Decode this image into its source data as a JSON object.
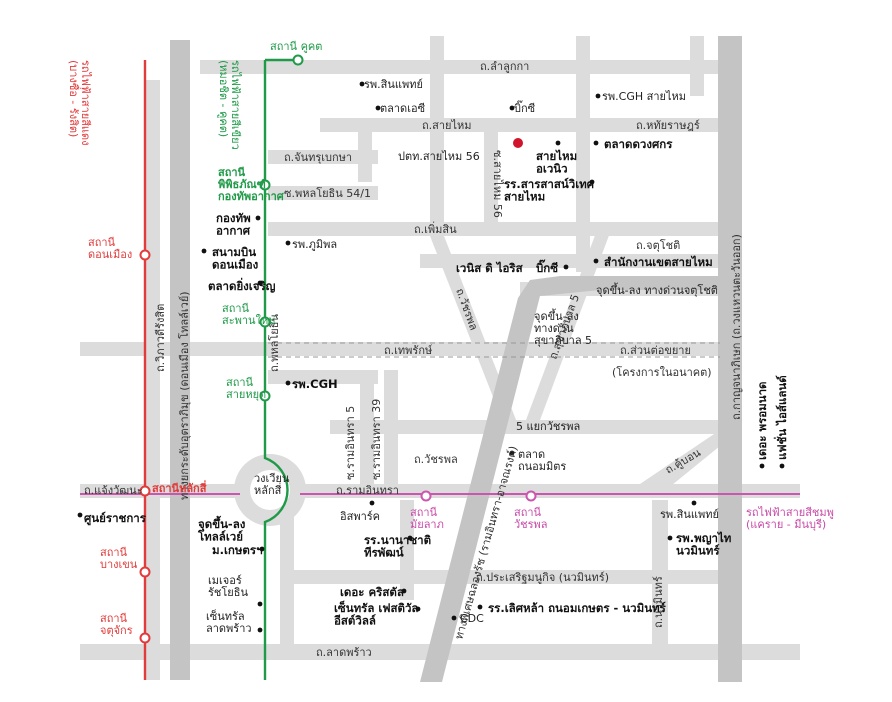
{
  "colors": {
    "road": "#d9d9d9",
    "major_road": "#c4c4c4",
    "red_line": "#e23b3b",
    "green_line": "#1f9a48",
    "pink_line": "#cc55b0",
    "marker": "#d0142c"
  },
  "roads": {
    "lamlukka": "ถ.ลำลูกกา",
    "saimai": "ถ.สายไหม",
    "haruthai": "ถ.หทัยราษฎร์",
    "chantharubeksa": "ถ.จันทรุเบกษา",
    "phahol541": "ซ.พหลโยธิน 54/1",
    "permsin": "ถ.เพิ่มสิน",
    "chotichot": "ถ.จตุโชติ",
    "wacharapol_diag": "ถ.วัชรพล",
    "saimai56": "ซ.สายไหม 56",
    "theprak": "ถ.เทพรักษ์",
    "extension": "ถ.ส่วนต่อขยาย",
    "future": "(โครงการในอนาคต)",
    "phahol": "ถ.พหลโยธิน",
    "vibhavadi": "ถ.วิภาวดีรังสิต",
    "donmueang_tollway": "ทางยกระดับอุตราภิมุข (ดอนเมือง โทลล์เวย์)",
    "kanchana": "ถ.กาญจนาภิเษก (ถ.วงแหวนตะวันออก)",
    "ramintra5": "ซ.รามอินทรา 5",
    "ramintra39": "ซ.รามอินทรา 39",
    "sukhapiban5": "ถ.สุขาภิบาล 5",
    "wacharapol": "ถ.วัชรพล",
    "khubon": "ถ.คู้บอน",
    "chaengwattana": "ถ.แจ้งวัฒนะ",
    "ramintra": "ถ.รามอินทรา",
    "expressway": "ทางพิเศษฉลองรัช (รามอินทรา-อาจณรงค์)",
    "prasert": "ถ.ประเสริฐมนูกิจ (นวมินทร์)",
    "ladprao": "ถ.ลาดพร้าว",
    "navamin": "ถ.นวมินทร์"
  },
  "places": {
    "rs_sinphaet_top": "รพ.สินแพทย์",
    "talat_ac": "ตลาดเอซี",
    "bigc_top": "บิ๊กซี",
    "rs_cgh_saimai": "รพ.CGH สายไหม",
    "ptt_saimai56": "ปตท.สายไหม 56",
    "saimai_avenue": "สายไหม\nอเวนิว",
    "talat_duangkamol": "ตลาดดวงศกร",
    "school_saraswat": "รร.สารสาสน์วิเทศ\nสายไหม",
    "army": "กองทัพ\nอากาศ",
    "airport": "สนามบิน\nดอนเมือง",
    "rs_phumiphol": "รพ.ภูมิพล",
    "talat_yingcharoen": "ตลาดยิ่งเจริญ",
    "venice": "เวนิส ดิ ไอริส",
    "bigc_mid": "บิ๊กซี",
    "district_office": "สำนักงานเขตสายไหม",
    "exit_chotichot": "จุดขึ้น-ลง ทางด่วนจตุโชติ",
    "exit_sukhapiban5": "จุดขึ้น-ลง\nทางด่วน\nสุขาภิบาล 5",
    "rs_cgh": "รพ.CGH",
    "yaek_wacharapol": "5 แยกวัชรพล",
    "talat_thanon": "ตลาด\nถนอมมิตร",
    "circle": "วงเวียน\nหลักสี่",
    "government_center": "ศูนย์ราชการ",
    "exit_tollway": "จุดขึ้น-ลง\nโทลล์เวย์",
    "its_park": "อิสพาร์ค",
    "school_nanachat": "รร.นานาชาติ\nทีรพัฒน์",
    "m_kaset": "ม.เกษตรฯ",
    "rs_sinphaet": "รพ.สินแพทย์",
    "rs_phyathai": "รพ.พญาไท\nนวมินทร์",
    "major": "เมเจอร์\nรัชโยธิน",
    "central_ladprao": "เซ็นทรัล\nลาดพร้าว",
    "crystal": "เดอะ คริสตัล",
    "central_festival": "เซ็นทรัล เฟสติวัล\nอีสต์วิลล์",
    "cdc": "CDC",
    "school_saint": "รร.เลิศหล้า ถนอมเกษตร - นวมินทร์",
    "the_promenade": "เดอะ พรอมนาด",
    "fashion_island": "แฟชั่น ไอส์แลนด์"
  },
  "stations": {
    "khukhot": "สถานี คูคต",
    "airforce_museum": "สถานี\nพิพิธภัณฑ์\nกองทัพอากาศ",
    "saphan_mai": "สถานี\nสะพานใหม่",
    "sai_yut": "สถานี\nสายหยุด",
    "donmueang": "สถานี\nดอนเมือง",
    "laksi": "สถานีหลักสี่",
    "bang_khen": "สถานี\nบางเขน",
    "chatuchak": "สถานี\nจตุจักร",
    "mayalap": "สถานี\nมัยลาภ",
    "wacharapol_station": "สถานี\nวัชรพล"
  },
  "lines": {
    "red": "รถไฟฟ้าสายสีแดง\n(บางซื่อ - รังสิต)",
    "green": "รถไฟฟ้าสายสีเขียว\n(หมอชิต - คูคต)",
    "pink": "รถไฟฟ้าสายสีชมพู\n(แคราย - มีนบุรี)"
  }
}
